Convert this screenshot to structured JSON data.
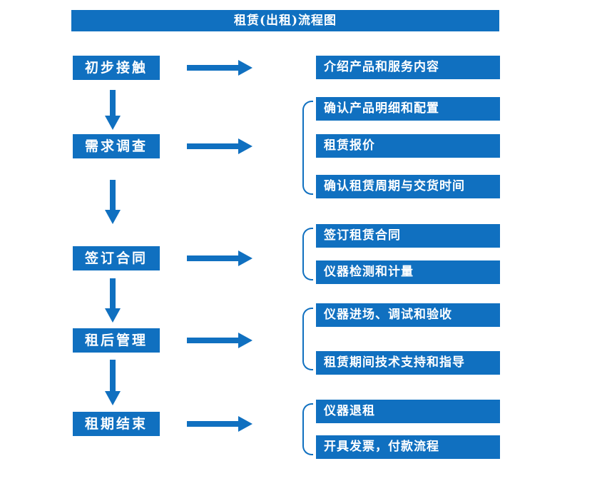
{
  "title": "租赁(出租)流程图",
  "stages": [
    {
      "label": "初步接触",
      "items": [
        "介绍产品和服务内容"
      ]
    },
    {
      "label": "需求调查",
      "items": [
        "确认产品明细和配置",
        "租赁报价",
        "确认租赁周期与交货时间"
      ]
    },
    {
      "label": "签订合同",
      "items": [
        "签订租赁合同",
        "仪器检测和计量"
      ]
    },
    {
      "label": "租后管理",
      "items": [
        "仪器进场、调试和验收",
        "租赁期间技术支持和指导"
      ]
    },
    {
      "label": "租期结束",
      "items": [
        "仪器退租",
        "开具发票，付款流程"
      ]
    }
  ],
  "colors": {
    "primary_blue": "#1070c0",
    "box_text": "#ffffff",
    "background": "#ffffff"
  }
}
